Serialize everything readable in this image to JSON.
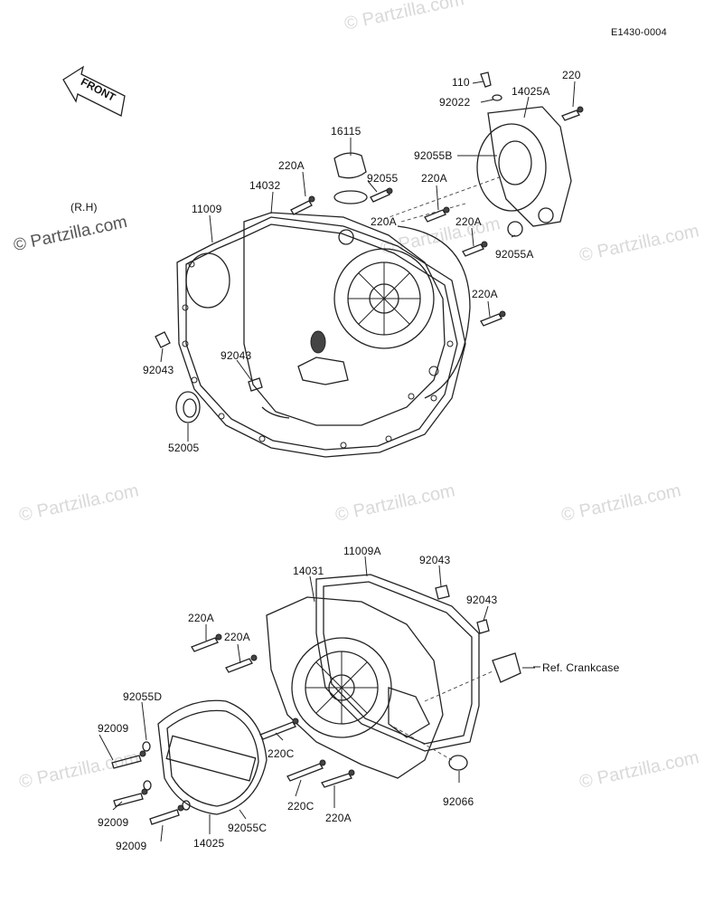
{
  "diagram_code": "E1430-0004",
  "front_arrow_label": "FRONT",
  "side_label": "(R.H)",
  "watermark": "© Partzilla.com",
  "ref_label": "Ref. Crankcase",
  "parts": {
    "p110": "110",
    "p220_top": "220",
    "p92022": "92022",
    "p14025A": "14025A",
    "p16115": "16115",
    "p92055B": "92055B",
    "p220A_a": "220A",
    "p14032": "14032",
    "p92055": "92055",
    "p220A_b": "220A",
    "p11009": "11009",
    "p220A_c": "220A",
    "p220A_d": "220A",
    "p92055A": "92055A",
    "p220A_e": "220A",
    "p92043_a": "92043",
    "p92043_b": "92043",
    "p52005": "52005",
    "p11009A": "11009A",
    "p14031": "14031",
    "p92043_c": "92043",
    "p92043_d": "92043",
    "p220A_f": "220A",
    "p220A_g": "220A",
    "p92055D": "92055D",
    "p92009_a": "92009",
    "p220C_a": "220C",
    "p92009_b": "92009",
    "p220C_b": "220C",
    "p220A_h": "220A",
    "p92066": "92066",
    "p92009_c": "92009",
    "p14025": "14025",
    "p92055C": "92055C"
  }
}
